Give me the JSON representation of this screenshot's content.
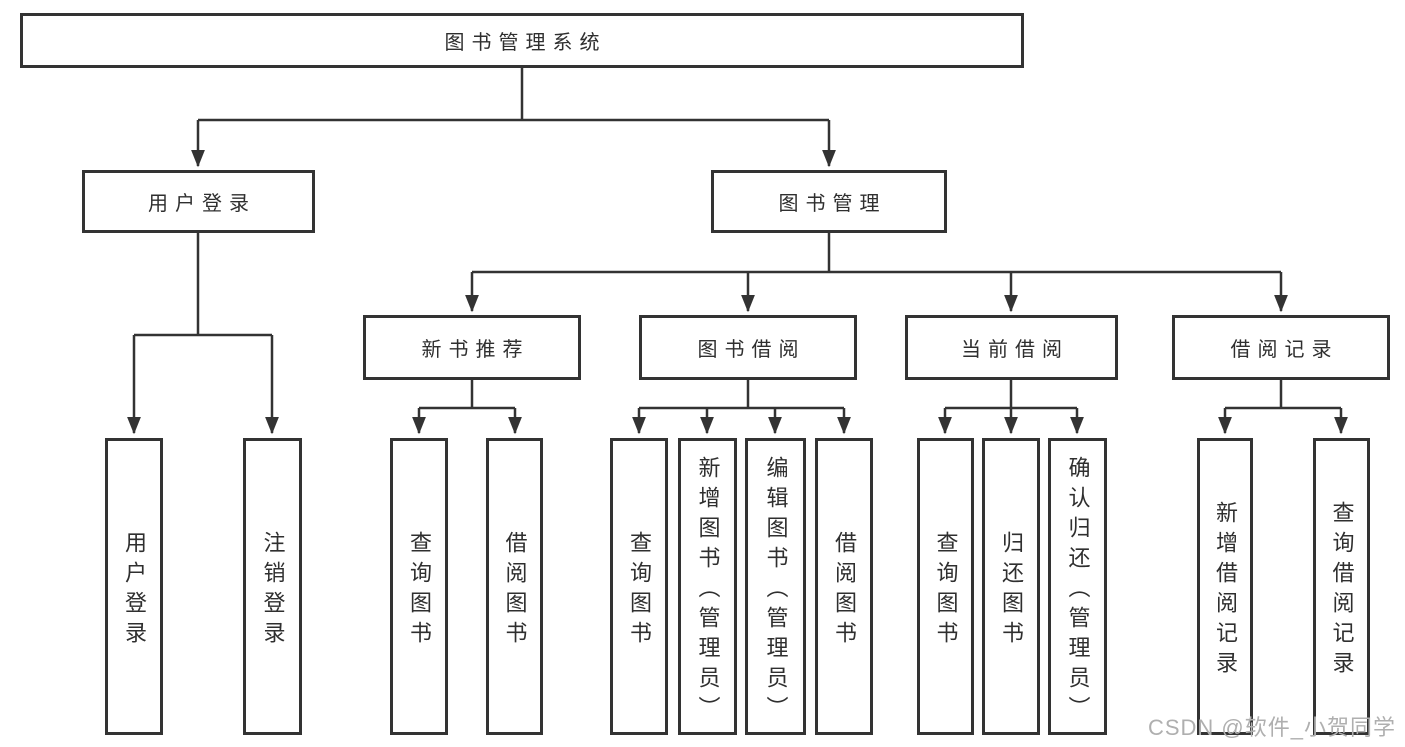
{
  "diagram": {
    "title": "图书管理系统",
    "root": {
      "label": "图书管理系统"
    },
    "level2": [
      {
        "label": "用户登录"
      },
      {
        "label": "图书管理"
      }
    ],
    "level3": [
      {
        "label": "新书推荐",
        "parent": "图书管理"
      },
      {
        "label": "图书借阅",
        "parent": "图书管理"
      },
      {
        "label": "当前借阅",
        "parent": "图书管理"
      },
      {
        "label": "借阅记录",
        "parent": "图书管理"
      }
    ],
    "leaves": [
      {
        "label": "用户登录",
        "parent": "用户登录"
      },
      {
        "label": "注销登录",
        "parent": "用户登录"
      },
      {
        "label": "查询图书",
        "parent": "新书推荐"
      },
      {
        "label": "借阅图书",
        "parent": "新书推荐"
      },
      {
        "label": "查询图书",
        "parent": "图书借阅"
      },
      {
        "label": "新增图书（管理员）",
        "parent": "图书借阅"
      },
      {
        "label": "编辑图书（管理员）",
        "parent": "图书借阅"
      },
      {
        "label": "借阅图书",
        "parent": "图书借阅"
      },
      {
        "label": "查询图书",
        "parent": "当前借阅"
      },
      {
        "label": "归还图书",
        "parent": "当前借阅"
      },
      {
        "label": "确认归还（管理员）",
        "parent": "当前借阅"
      },
      {
        "label": "新增借阅记录",
        "parent": "借阅记录"
      },
      {
        "label": "查询借阅记录",
        "parent": "借阅记录"
      }
    ]
  },
  "watermark": {
    "text": "CSDN @软件_小贺同学"
  },
  "colors": {
    "stroke": "#333333",
    "text": "#2f2f2f",
    "box_fill": "#ffffff",
    "watermark": "#afafaf",
    "background": "#ffffff"
  }
}
